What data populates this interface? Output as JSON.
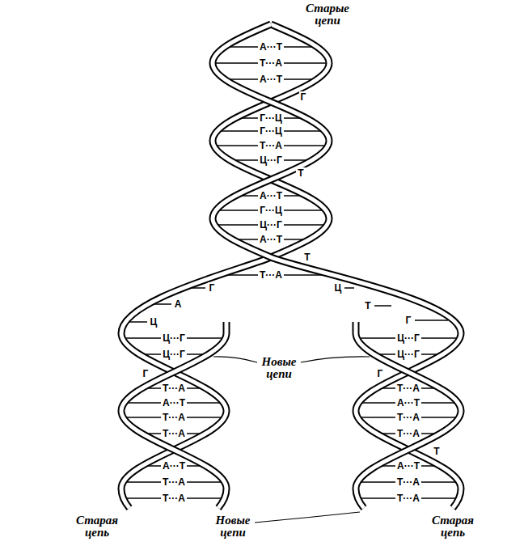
{
  "diagram": {
    "labels": [
      "Старые цепи",
      "А···Т",
      "Т···А",
      "А···Т",
      "Г",
      "Г···Ц",
      "Г···Ц",
      "Т···А",
      "Ц···Г",
      "Т",
      "А···Т",
      "Г···Ц",
      "Ц···Г",
      "А···Т",
      "Т",
      "Т···А",
      "Г",
      "Ц",
      "А",
      "Т",
      "Ц",
      "Г",
      "Ц···Г",
      "Ц···Г",
      "Ц···Г",
      "Новые цепи",
      "Ц···Г",
      "Г",
      "Г",
      "Т···А",
      "Т···А",
      "А···Т",
      "А···Т",
      "Т···А",
      "Т···А",
      "Т···А",
      "Т···А",
      "Т",
      "А···Т",
      "А···Т",
      "Т···А",
      "Т···А",
      "Т···А",
      "Т···А",
      "Старая цепь",
      "Новые цепи",
      "Старая цепь"
    ]
  }
}
